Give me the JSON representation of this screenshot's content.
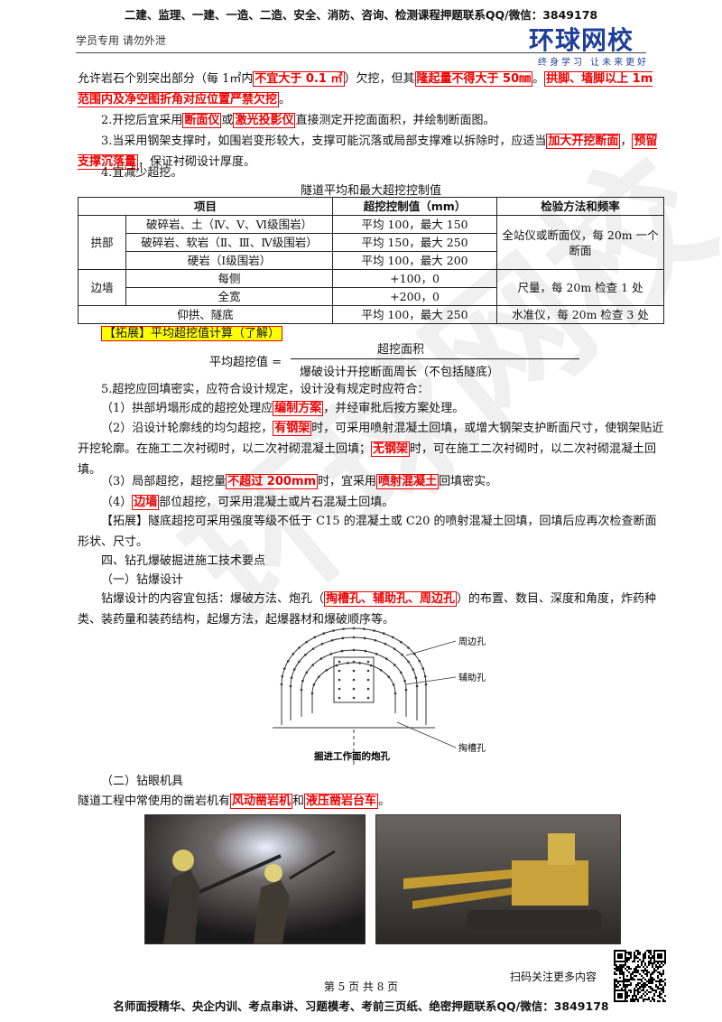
{
  "header": {
    "top_banner": "二建、监理、一建、一造、二造、安全、消防、咨询、检测课程押题联系QQ/微信：3849178",
    "left_note": "学员专用 请勿外泄",
    "logo_main": "环球网校",
    "logo_slogan": "终身学习  让未来更好"
  },
  "p1": {
    "a": "允许岩石个别突出部分（每 1㎡内",
    "b": "不宜大于 0.1 ㎡",
    "c": "）欠挖，但其",
    "d": "隆起量不得大于 50㎜",
    "e": "。",
    "f": "拱脚、墙脚以上 1m 范围内及净空图折角对应位置严禁欠挖",
    "g": "。"
  },
  "p2": {
    "a": "2.开挖后宜采用",
    "b": "断面仪",
    "c": "或",
    "d": "激光投影仪",
    "e": "直接测定开挖面面积，并绘制断面图。"
  },
  "p3": {
    "a": "3.当采用钢架支撑时，如围岩变形较大，支撑可能沉落或局部支撑难以拆除时，应适当",
    "b": "加大开挖断面",
    "c": "，",
    "d": "预留支撑沉落量",
    "e": "，保证衬砌设计厚度。"
  },
  "p4": "4.宜减少超挖。",
  "table": {
    "caption": "隧道平均和最大超挖控制值",
    "headers": [
      "项目",
      "超挖控制值（mm）",
      "检验方法和频率"
    ],
    "group_arch": "拱部",
    "group_wall": "边墙",
    "rows": [
      {
        "item": "破碎岩、土（Ⅳ、Ⅴ、Ⅵ级围岩）",
        "value": "平均 100，最大 150"
      },
      {
        "item": "破碎岩、软岩（Ⅱ、Ⅲ、Ⅳ级围岩）",
        "value": "平均 150，最大 250"
      },
      {
        "item": "硬岩（Ⅰ级围岩）",
        "value": "平均 100，最大 200"
      },
      {
        "item": "每侧",
        "value": "+100，0"
      },
      {
        "item": "全宽",
        "value": "+200，0"
      },
      {
        "item": "仰拱、隧底",
        "value": "平均 100，最大 250",
        "method": "水准仪，每 20m 检查 3 处"
      }
    ],
    "method_arch": "全站仪或断面仪，每 20m 一个断面",
    "method_wall": "尺量，每 20m 检查 1 处"
  },
  "ext1": "【拓展】平均超挖值计算（了解）",
  "formula": {
    "label": "平均超挖值 =",
    "numerator": "超挖面积",
    "denominator": "爆破设计开挖断面周长（不包括隧底）"
  },
  "p5": "5.超挖应回填密实，应符合设计规定，设计没有规定时应符合：",
  "p6": {
    "a": "（1）拱部坍塌形成的超挖处理应",
    "b": "编制方案",
    "c": "，并经审批后按方案处理。"
  },
  "p7": {
    "a": "（2）沿设计轮廓线的均匀超挖，",
    "b": "有钢架",
    "c": "时，可采用喷射混凝土回填，或增大钢架支护断面尺寸，使钢架贴近开挖轮廓。在施工二次衬砌时，以二次衬砌混凝土回填；",
    "d": "无钢架",
    "e": "时，可在施工二次衬砌时，以二次衬砌混凝土回填。"
  },
  "p8": {
    "a": "（3）局部超挖，超挖量",
    "b": "不超过 200mm",
    "c": "时，宜采用",
    "d": "喷射混凝土",
    "e": "回填密实。"
  },
  "p9": {
    "a": "（4）",
    "b": "边墙",
    "c": "部位超挖，可采用混凝土或片石混凝土回填。"
  },
  "p10": "【拓展】隧底超挖可采用强度等级不低于 C15 的混凝土或 C20 的喷射混凝土回填，回填后应再次检查断面形状、尺寸。",
  "h4": "四、钻孔爆破掘进施工技术要点",
  "h4_1": "（一）钻爆设计",
  "p11": {
    "a": "钻爆设计的内容宜包括：爆破方法、炮孔（",
    "b": "掏槽孔、辅助孔、周边孔",
    "c": "）的布置、数目、深度和角度，炸药种类、装药量和装药结构，起爆方法，起爆器材和爆破顺序等。"
  },
  "diagram": {
    "label_perimeter": "周边孔",
    "label_auxiliary": "辅助孔",
    "label_cut": "掏槽孔",
    "caption": "掘进工作面的炮孔"
  },
  "h4_2": "（二）钻眼机具",
  "p12": {
    "a": "隧道工程中常使用的凿岩机有",
    "b": "风动凿岩机",
    "c": "和",
    "d": "液压凿岩台车",
    "e": "。"
  },
  "footer": {
    "page": "第 5 页 共 8 页",
    "scan": "扫码关注更多内容",
    "bottom_banner": "名师面授精华、央企内训、考点串讲、习题模考、考前三页纸、绝密押题联系QQ/微信：3849178"
  },
  "watermark": "环球网校",
  "colors": {
    "red": "#e00000",
    "yellow": "#ffff00",
    "brand": "#1f3f9c"
  }
}
